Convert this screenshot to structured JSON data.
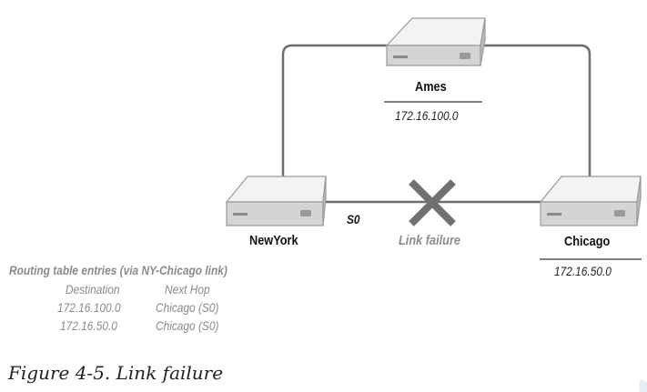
{
  "routers": {
    "ames": {
      "name": "Ames",
      "network": "172.16.100.0"
    },
    "newyork": {
      "name": "NewYork"
    },
    "chicago": {
      "name": "Chicago",
      "network": "172.16.50.0"
    }
  },
  "links": {
    "interface_label": "S0",
    "failure_label": "Link failure"
  },
  "routing_table": {
    "title": "Routing table entries (via NY-Chicago link)",
    "headers": [
      "Destination",
      "Next Hop"
    ],
    "rows": [
      [
        "172.16.100.0",
        "Chicago (S0)"
      ],
      [
        "172.16.50.0",
        "Chicago (S0)"
      ]
    ]
  },
  "caption": "Figure 4-5. Link failure",
  "colors": {
    "link_line": "#6e6e6e",
    "failure_x": "#6f6f6f",
    "router_top": "#f2f2f2",
    "router_front": "#cfcfcf"
  }
}
